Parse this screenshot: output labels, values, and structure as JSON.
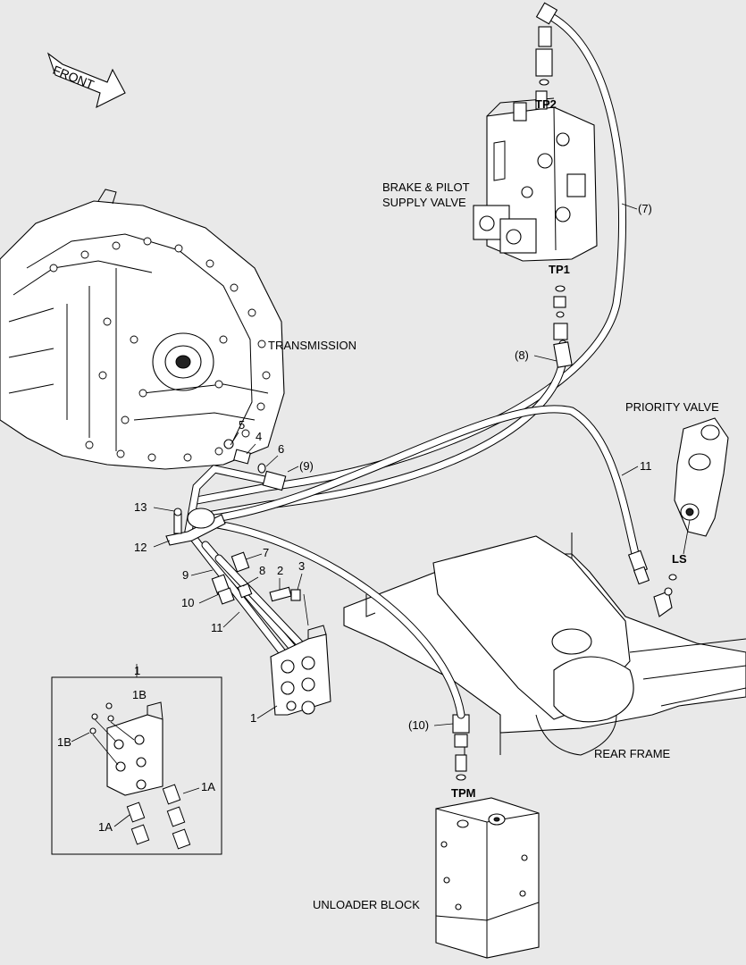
{
  "front_label": "FRONT",
  "components": {
    "brake_valve": {
      "line1": "BRAKE & PILOT",
      "line2": "SUPPLY VALVE"
    },
    "transmission": "TRANSMISSION",
    "priority_valve": "PRIORITY VALVE",
    "rear_frame": "REAR FRAME",
    "unloader_block": "UNLOADER BLOCK"
  },
  "test_ports": {
    "tp1": "TP1",
    "tp2": "TP2",
    "tpm": "TPM",
    "ls": "LS"
  },
  "callouts": {
    "c1": "1",
    "c1_detail": "1",
    "c1a_top": "1A",
    "c1a_bottom": "1A",
    "c1b_top": "1B",
    "c1b_left": "1B",
    "c2": "2",
    "c3": "3",
    "c4": "4",
    "c5": "5",
    "c6": "6",
    "c7": "7",
    "c8": "8",
    "c9": "9",
    "c10": "10",
    "c11": "11",
    "c12": "12",
    "c13": "13",
    "c7_paren": "(7)",
    "c8_paren": "(8)",
    "c9_paren": "(9)",
    "c10_paren": "(10)",
    "c11_priority": "11"
  }
}
